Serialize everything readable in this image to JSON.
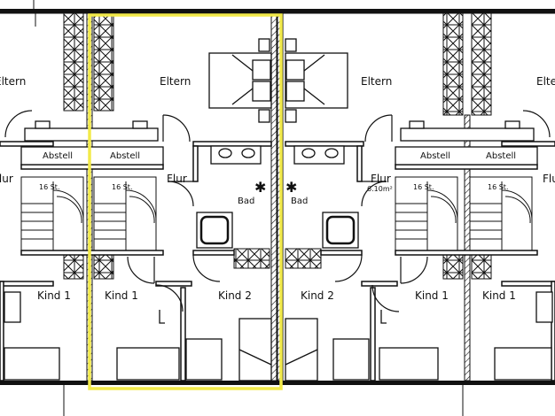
{
  "rooms": {
    "eltern_left": "Eltern",
    "eltern_center": "Eltern",
    "eltern_right": "Eltern",
    "eltern_far_right": "Eltern",
    "abstell_1": "Abstell",
    "abstell_2": "Abstell",
    "abstell_3": "Abstell",
    "abstell_4": "Abstell",
    "flur_1": "Flur",
    "flur_2": "Flur",
    "flur_3": "Flur",
    "flur_4": "Flur",
    "flur_area": "6.10m²",
    "bad_1": "Bad",
    "bad_2": "Bad",
    "kind1_a": "Kind 1",
    "kind1_b": "Kind 1",
    "kind2_a": "Kind 2",
    "kind2_b": "Kind 2",
    "kind1_c": "Kind 1",
    "kind1_d": "Kind 1"
  },
  "stairs": {
    "label_1": "16 St.",
    "label_2": "16 St.",
    "label_3": "16 St.",
    "label_4": "16 St."
  },
  "colors": {
    "line": "#111111",
    "highlight": "#f2ea4a"
  }
}
